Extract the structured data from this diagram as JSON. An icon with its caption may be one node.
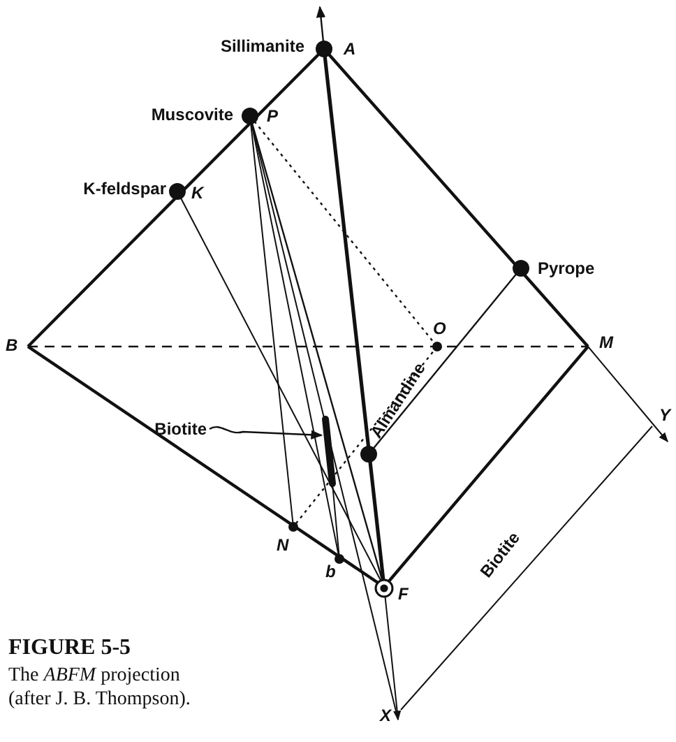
{
  "diagram": {
    "title": "FIGURE 5-5",
    "caption": "The *ABFM* projection (after J. B. Thompson).",
    "nodes": [
      {
        "text": [
          "Biotite"
        ]
      },
      {
        "text": [],
        "shape": "bar"
      }
    ],
    "edges": [
      {
        "from": 0,
        "to": 1,
        "arrow": "to"
      }
    ],
    "labels": [
      "Sillimanite",
      "A",
      "Muscovite",
      "P",
      "K-feldspar",
      "K",
      "Pyrope",
      "B",
      "O",
      "M",
      "Almandine",
      "Y",
      "N",
      "b",
      "F",
      "Biotite",
      "X"
    ]
  }
}
